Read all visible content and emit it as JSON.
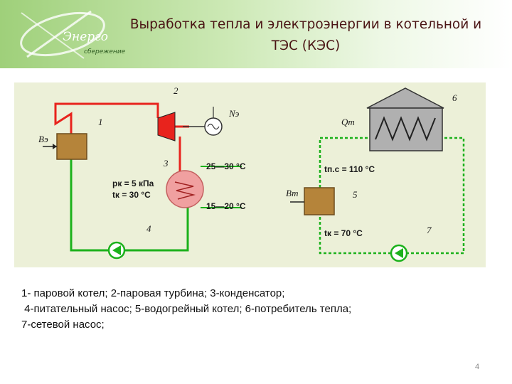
{
  "logo": {
    "name": "Энерго",
    "tagline": "сбережение"
  },
  "title": {
    "line1": "Выработка тепла и электроэнергии в котельной и",
    "line2": "ТЭС (КЭС)"
  },
  "diagram": {
    "labels": {
      "boiler_num": "1",
      "turbine_num": "2",
      "condenser_num": "3",
      "pump1_num": "4",
      "hw_boiler_num": "5",
      "consumer_num": "6",
      "pump2_num": "7",
      "fuel_in": "Вэ",
      "power": "Nэ",
      "heat": "Qт",
      "pk": "pк = 5 кПа",
      "tk": "tк = 30 °C",
      "temp_upper": "25—30 °C",
      "temp_lower": "15—20 °C",
      "t_supply": "tп.с = 110 °C",
      "hw_fuel": "Вт",
      "t_return": "tк = 70 °C"
    },
    "colors": {
      "steam": "#e8231d",
      "water": "#1bb11b",
      "boiler": "#b5843a",
      "turbine": "#e8231d",
      "condenser": "#f0a0a0",
      "house": "#b0b0b0"
    }
  },
  "caption": {
    "line1": "1- паровой котел; 2-паровая турбина; 3-конденсатор;",
    "line2": " 4-питательный насос; 5-водогрейный котел; 6-потребитель тепла;",
    "line3": "7-сетевой насос;"
  },
  "page_number": "4"
}
